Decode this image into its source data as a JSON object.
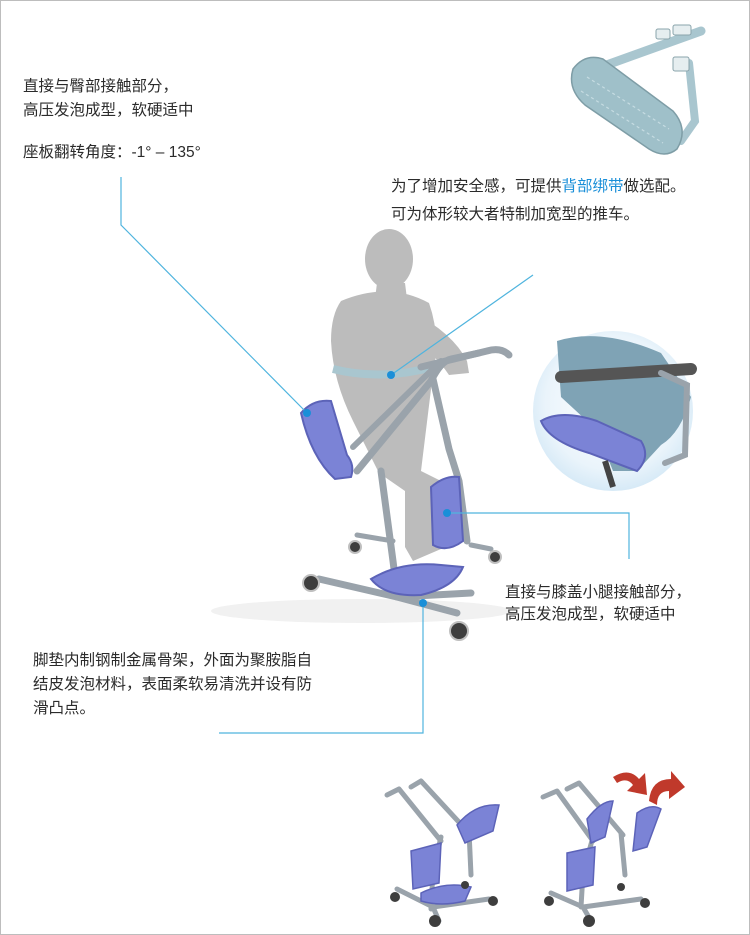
{
  "callouts": {
    "seat": {
      "line1": "直接与臀部接触部分，",
      "line2": "高压发泡成型，软硬适中",
      "angle": "座板翻转角度：-1°  – 135°"
    },
    "belt": {
      "line1_before": "为了增加安全感，可提供",
      "line1_highlight": "背部绑带",
      "line1_after": "做选配。",
      "line2": "可为体形较大者特制加宽型的推车。"
    },
    "knee": {
      "line1": "直接与膝盖小腿接触部分，",
      "line2": "高压发泡成型，软硬适中"
    },
    "footrest": {
      "line1": "脚垫内制钢制金属骨架，外面为聚胺脂自",
      "line2": "结皮发泡材料，表面柔软易清洗并设有防",
      "line3": "滑凸点。"
    }
  },
  "colors": {
    "accent": "#1a8fd8",
    "leader_line": "#4fb4de",
    "frame": "#9aa3ab",
    "pad": "#7b83d6",
    "pad_dark": "#5c63b8",
    "figure": "#bcbcbc",
    "belt": "#a9c6cf",
    "arrow": "#c0392b",
    "text": "#2b2b2b"
  }
}
